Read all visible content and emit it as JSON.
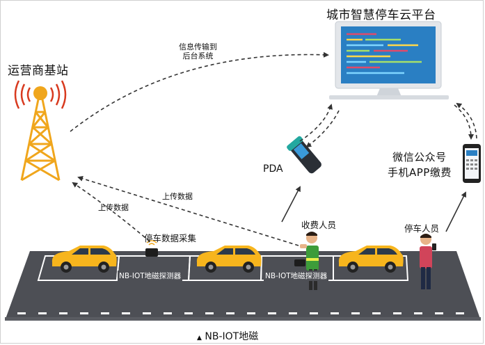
{
  "labels": {
    "platform": "城市智慧停车云平台",
    "base_station": "运营商基站",
    "info_transfer": [
      "信息传输到",
      "后台系统"
    ],
    "pda": "PDA",
    "wechat_app": [
      "微信公众号",
      "手机APP缴费"
    ],
    "upload_left": "上传数据",
    "upload_center": "上传数据",
    "parking_collect": "停车数据采集",
    "collector": "收费人员",
    "parker": "停车人员",
    "detector_1": "NB-IOT地磁探测器",
    "detector_2": "NB-IOT地磁探测器",
    "footer_mark": "▲",
    "footer": "NB-IOT地磁"
  },
  "colors": {
    "road": "#4d4f55",
    "lane_mark": "#ffffff",
    "car_body": "#f7b51d",
    "tower": "#f0a61c",
    "signal": "#d83a1f",
    "monitor_frame": "#dfe3e8",
    "monitor_screen": "#2a7fc3",
    "arrow": "#333333"
  },
  "icons": [
    "signal-tower-icon",
    "monitor-icon",
    "pda-icon",
    "phone-icon",
    "sensor-icon",
    "car-icon",
    "person-icon"
  ]
}
